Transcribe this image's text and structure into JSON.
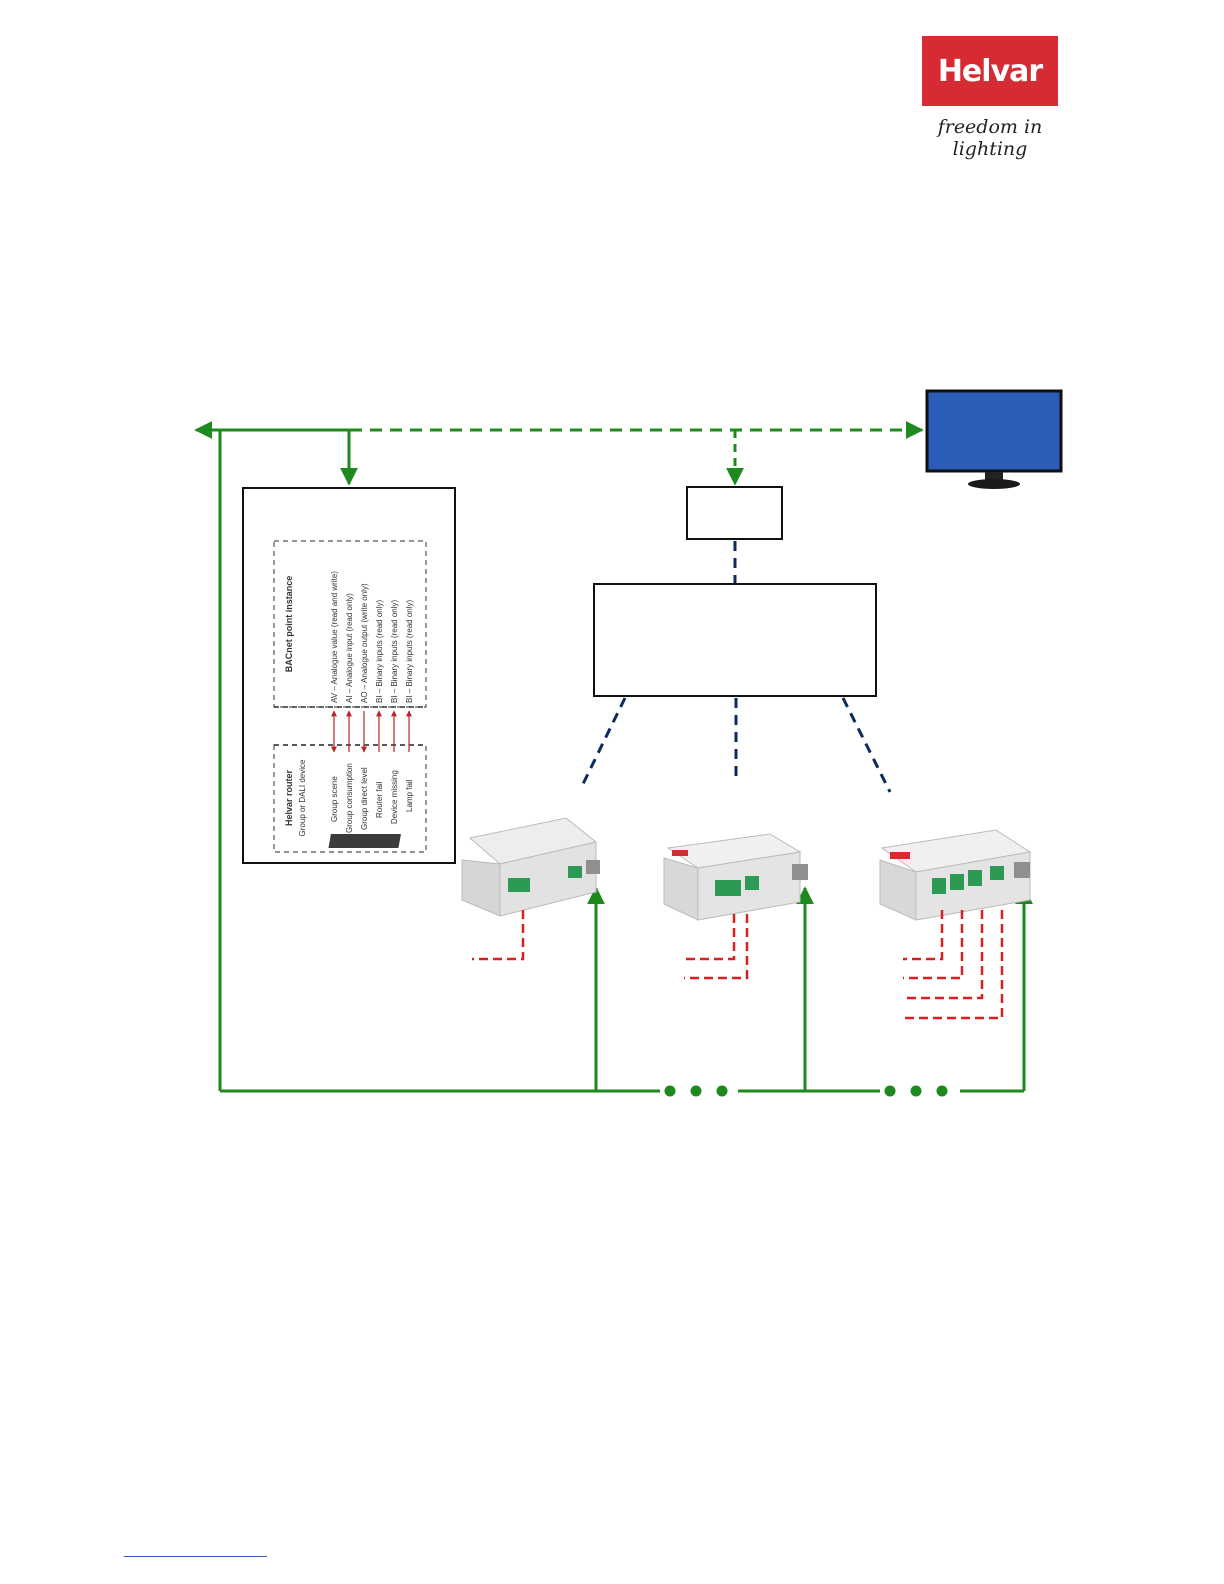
{
  "brand": {
    "name": "Helvar",
    "tagline": "freedom in lighting",
    "color": "#d72b34"
  },
  "diagram": {
    "colors": {
      "ethernet": "#1e8a1e",
      "bacnet": "#0b2b5c",
      "dali": "#d9201e",
      "monitor": "#2b5cb8"
    },
    "mapping_table": {
      "left_header": "Helvar router",
      "left_subheader": "Group or DALI device",
      "right_header": "BACnet point instance",
      "rows": [
        {
          "left": "Group scene",
          "right": "AV – Analogue value (read and write)",
          "direction": "both"
        },
        {
          "left": "Group consumption",
          "right": "AI – Analogue input (read only)",
          "direction": "to-bacnet"
        },
        {
          "left": "Group direct level",
          "right": "AO – Analogue output (write only)",
          "direction": "to-router"
        },
        {
          "left": "Router fail",
          "right": "BI – Binary inputs (read only)",
          "direction": "to-bacnet"
        },
        {
          "left": "Device missing",
          "right": "BI – Binary inputs (read only)",
          "direction": "to-bacnet"
        },
        {
          "left": "Lamp fail",
          "right": "BI – Binary inputs (read only)",
          "direction": "to-bacnet"
        }
      ]
    },
    "router_dali_lines": [
      1,
      2,
      4
    ]
  }
}
